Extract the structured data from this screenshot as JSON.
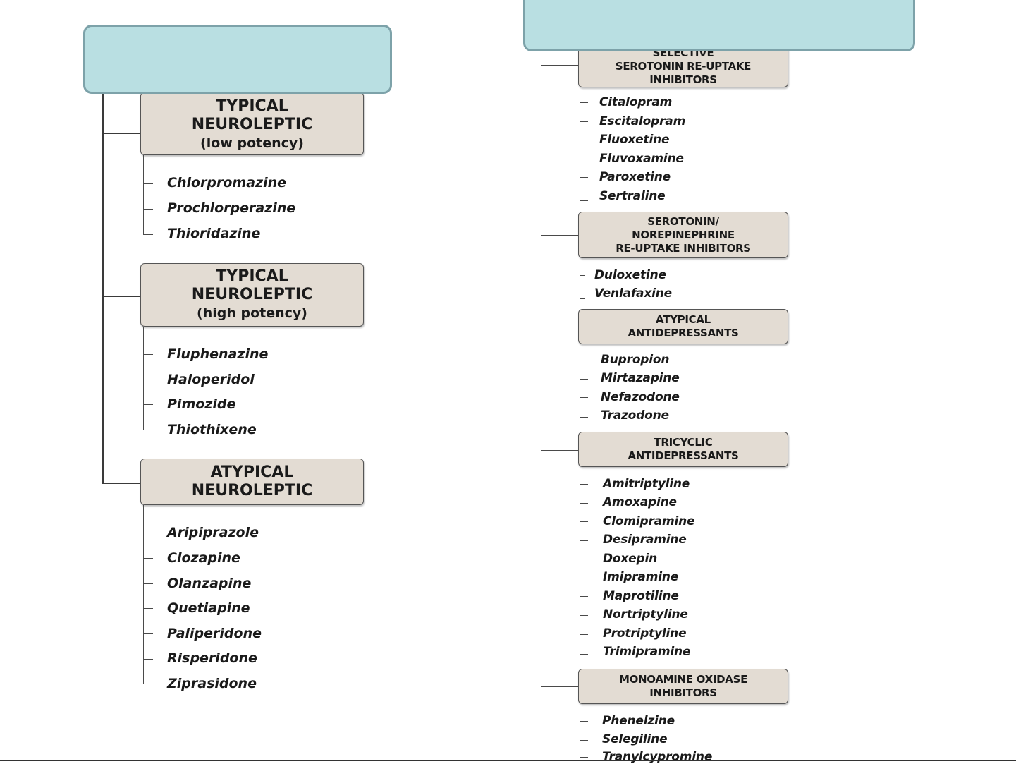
{
  "left_column": {
    "categories": [
      {
        "line1": "TYPICAL",
        "line2": "NEUROLEPTIC",
        "sub": "(low potency)",
        "drugs": [
          "Chlorpromazine",
          "Prochlorperazine",
          "Thioridazine"
        ]
      },
      {
        "line1": "TYPICAL",
        "line2": "NEUROLEPTIC",
        "sub": "(high potency)",
        "drugs": [
          "Fluphenazine",
          "Haloperidol",
          "Pimozide",
          "Thiothixene"
        ]
      },
      {
        "line1": "ATYPICAL",
        "line2": "NEUROLEPTIC",
        "drugs": [
          "Aripiprazole",
          "Clozapine",
          "Olanzapine",
          "Quetiapine",
          "Paliperidone",
          "Risperidone",
          "Ziprasidone"
        ]
      }
    ]
  },
  "right_column": {
    "categories": [
      {
        "lines": [
          "SELECTIVE",
          "SEROTONIN RE-UPTAKE",
          "INHIBITORS"
        ],
        "drugs": [
          "Citalopram",
          "Escitalopram",
          "Fluoxetine",
          "Fluvoxamine",
          "Paroxetine",
          "Sertraline"
        ]
      },
      {
        "lines": [
          "SEROTONIN/",
          "NOREPINEPHRINE",
          "RE-UPTAKE INHIBITORS"
        ],
        "drugs": [
          "Duloxetine",
          "Venlafaxine"
        ]
      },
      {
        "lines": [
          "ATYPICAL",
          "ANTIDEPRESSANTS"
        ],
        "drugs": [
          "Bupropion",
          "Mirtazapine",
          "Nefazodone",
          "Trazodone"
        ]
      },
      {
        "lines": [
          "TRICYCLIC",
          "ANTIDEPRESSANTS"
        ],
        "drugs": [
          "Amitriptyline",
          "Amoxapine",
          "Clomipramine",
          "Desipramine",
          "Doxepin",
          "Imipramine",
          "Maprotiline",
          "Nortriptyline",
          "Protriptyline",
          "Trimipramine"
        ]
      },
      {
        "lines": [
          "MONOAMINE OXIDASE",
          "INHIBITORS"
        ],
        "drugs": [
          "Phenelzine",
          "Selegiline",
          "Tranylcypromine"
        ]
      }
    ]
  }
}
